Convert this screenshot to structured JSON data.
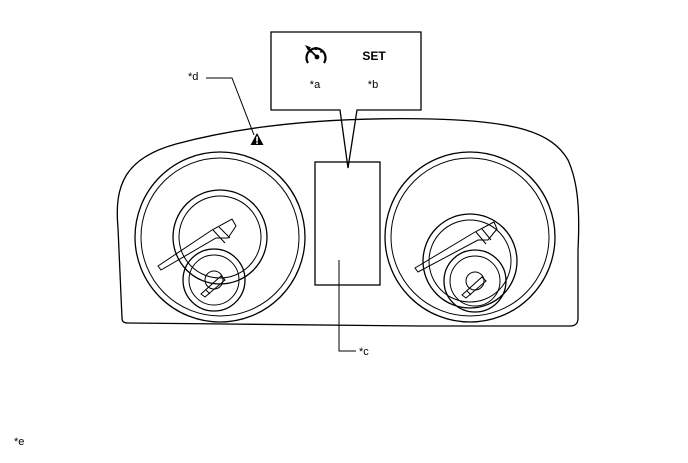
{
  "callout": {
    "label_a": "*a",
    "label_b": "*b",
    "set_text": "SET",
    "icon": "cruise-control-icon"
  },
  "labels": {
    "c": "*c",
    "d": "*d",
    "e": "*e"
  },
  "icons": {
    "warning": "warning-triangle-icon"
  }
}
